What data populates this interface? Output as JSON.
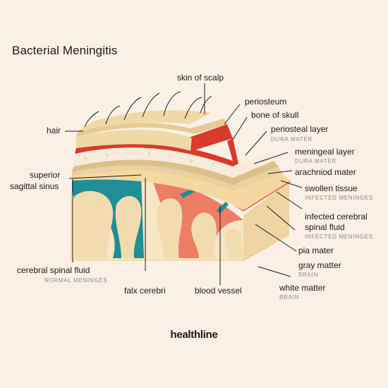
{
  "title": "Bacterial Meningitis",
  "labels": {
    "skin_of_scalp": "skin of scalp",
    "periosteum": "periosteum",
    "bone_of_skull": "bone of skull",
    "periosteal_layer": "periosteal layer",
    "periosteal_layer_sub": "DURA MATER",
    "meningeal_layer": "meningeal layer",
    "meningeal_layer_sub": "DURA MATER",
    "arachnoid_mater": "arachniod mater",
    "swollen_tissue": "swollen tissue",
    "swollen_tissue_sub": "INFECTED MENINGES",
    "infected_csf_line1": "infected cerebral",
    "infected_csf_line2": "spinal fluid",
    "infected_csf_sub": "INFECTED MENINGES",
    "pia_mater": "pia mater",
    "gray_matter": "gray matter",
    "gray_matter_sub": "BRAIN",
    "white_matter": "white matter",
    "white_matter_sub": "BRAIN",
    "hair": "hair",
    "superior_line1": "superior",
    "superior_line2": "sagittal sinus",
    "csf": "cerebral spinal fluid",
    "csf_sub": "NORMAL MENINGES",
    "falx_cerebri": "falx cerebri",
    "blood_vessel": "blood vessel"
  },
  "brand": "healthline",
  "colors": {
    "background": "#faf0e6",
    "skin": "#efd9a6",
    "periosteum": "#d83a2c",
    "bone": "#f7ecdc",
    "normal_meninges": "#1f8e97",
    "infected_meninges": "#ec6a55",
    "gray_matter": "#efd5a3",
    "white_matter": "#f7e6c3"
  }
}
